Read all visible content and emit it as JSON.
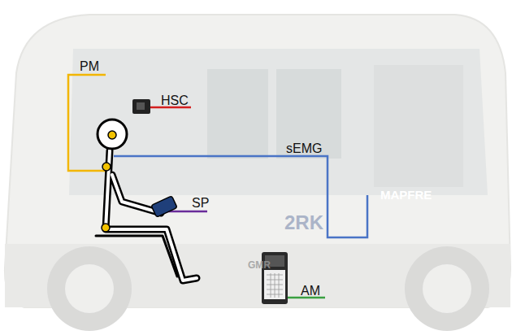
{
  "diagram": {
    "labels": [
      "PM",
      "HSC",
      "sEMG",
      "SP",
      "AM",
      "MAPFRE",
      "2RK",
      "GMR"
    ]
  }
}
